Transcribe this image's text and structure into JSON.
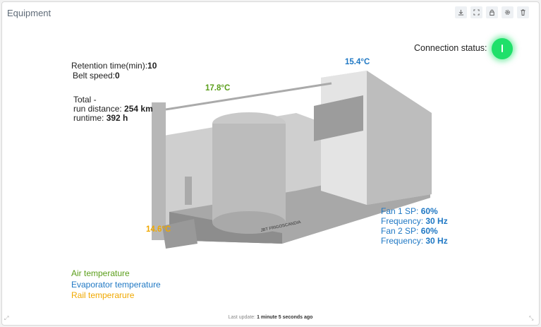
{
  "widget": {
    "title": "Equipment"
  },
  "toolbar": {
    "icons": [
      "download-icon",
      "fullscreen-icon",
      "lock-icon",
      "gear-icon",
      "trash-icon"
    ]
  },
  "connection": {
    "label": "Connection status:",
    "status_color": "#1fe06a"
  },
  "info": {
    "retention_label": "Retention time(min):",
    "retention_value": "10",
    "belt_label": "Belt speed:",
    "belt_value": "0",
    "total_label": "Total -",
    "distance_label": "run distance: ",
    "distance_value": "254 km",
    "runtime_label": "runtime: ",
    "runtime_value": "392 h"
  },
  "temperatures": {
    "air": "17.8°C",
    "evaporator": "15.4°C",
    "rail": "14.6°C"
  },
  "fans": {
    "fan1_label": "Fan 1 SP: ",
    "fan1_value": "60%",
    "freq1_label": "Frequency: ",
    "freq1_value": "30 Hz",
    "fan2_label": "Fan 2 SP: ",
    "fan2_value": "60%",
    "freq2_label": "Frequency: ",
    "freq2_value": "30 Hz"
  },
  "legend": {
    "air": "Air temperature",
    "evaporator": "Evaporator temperature",
    "rail": "Rail temperarure"
  },
  "machine": {
    "brand": "JBT FRIGOSCANDIA"
  },
  "footer": {
    "label": "Last update: ",
    "value": "1 minute 5 seconds ago"
  },
  "colors": {
    "air": "#5a9e1a",
    "evaporator": "#1f78c4",
    "rail": "#f0a800"
  }
}
